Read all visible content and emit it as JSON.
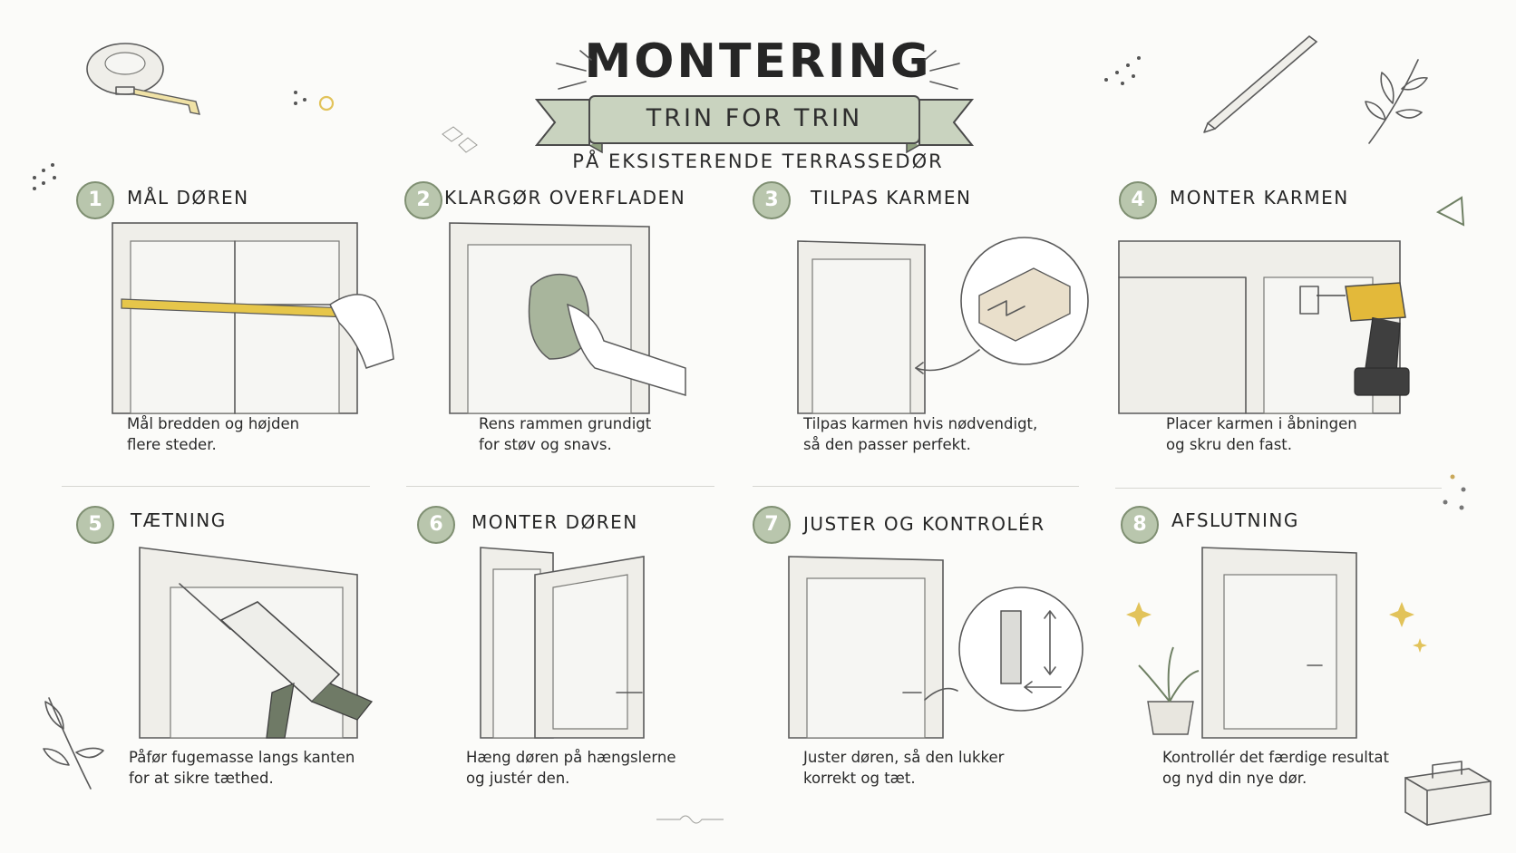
{
  "header": {
    "title": "MONTERING",
    "banner": "TRIN FOR TRIN",
    "subtitle": "PÅ EKSISTERENDE TERRASSEDØR"
  },
  "colors": {
    "badge_fill": "#b9c6ad",
    "badge_border": "#7f8f72",
    "banner_fill": "#c9d3bf",
    "tape_yellow": "#e6c64a",
    "drill_yellow": "#e3b93a"
  },
  "steps": [
    {
      "number": "1",
      "title": "MÅL DØREN",
      "desc": [
        "Mål bredden og højden",
        "flere steder."
      ],
      "icon": "tape-measure-door"
    },
    {
      "number": "2",
      "title": "KLARGØR OVERFLADEN",
      "desc": [
        "Rens rammen grundigt",
        "for støv og snavs."
      ],
      "icon": "cloth-cleaning"
    },
    {
      "number": "3",
      "title": "TILPAS KARMEN",
      "desc": [
        "Tilpas karmen hvis nødvendigt,",
        "så den passer perfekt."
      ],
      "icon": "frame-profile"
    },
    {
      "number": "4",
      "title": "MONTER KARMEN",
      "desc": [
        "Placer karmen i åbningen",
        "og skru den fast."
      ],
      "icon": "drill"
    },
    {
      "number": "5",
      "title": "TÆTNING",
      "desc": [
        "Påfør fugemasse langs kanten",
        "for at sikre tæthed."
      ],
      "icon": "caulk-gun"
    },
    {
      "number": "6",
      "title": "MONTER DØREN",
      "desc": [
        "Hæng døren på hængslerne",
        "og justér den."
      ],
      "icon": "open-door"
    },
    {
      "number": "7",
      "title": "JUSTER OG KONTROLÉR",
      "desc": [
        "Juster døren, så den lukker",
        "korrekt og tæt."
      ],
      "icon": "hinge-adjust"
    },
    {
      "number": "8",
      "title": "AFSLUTNING",
      "desc": [
        "Kontrollér det færdige resultat",
        "og nyd din nye dør."
      ],
      "icon": "finished-door"
    }
  ]
}
